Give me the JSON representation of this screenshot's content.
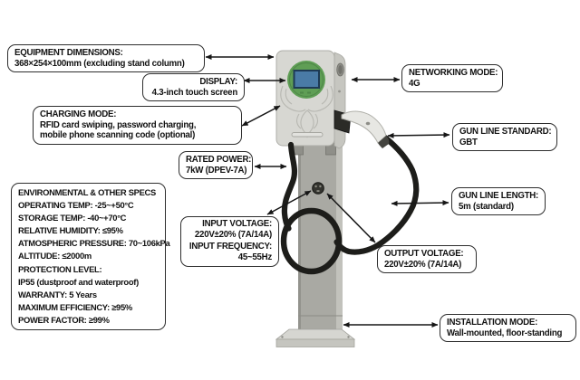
{
  "callouts": {
    "dimensions": {
      "title": "EQUIPMENT DIMENSIONS:",
      "value": "368×254×100mm (excluding stand column)"
    },
    "display": {
      "title": "DISPLAY:",
      "value": "4.3-inch touch screen"
    },
    "charging_mode": {
      "title": "CHARGING MODE:",
      "line1": "RFID card swiping, password charging,",
      "line2": "mobile phone scanning code (optional)"
    },
    "rated_power": {
      "title": "RATED POWER:",
      "value": "7kW (DPEV-7A)"
    },
    "input": {
      "title1": "INPUT VOLTAGE:",
      "value1": "220V±20% (7A/14A)",
      "title2": "INPUT FREQUENCY:",
      "value2": "45~55Hz"
    },
    "networking": {
      "title": "NETWORKING MODE:",
      "value": "4G"
    },
    "gun_standard": {
      "title": "GUN LINE STANDARD:",
      "value": "GBT"
    },
    "gun_length": {
      "title": "GUN LINE LENGTH:",
      "value": "5m (standard)"
    },
    "output": {
      "title": "OUTPUT VOLTAGE:",
      "value": "220V±20% (7A/14A)"
    },
    "installation": {
      "title": "INSTALLATION MODE:",
      "value": "Wall-mounted, floor-standing"
    }
  },
  "specs": {
    "title": "ENVIRONMENTAL & OTHER SPECS",
    "lines": [
      "OPERATING TEMP: -25~+50°C",
      "STORAGE TEMP: -40~+70°C",
      "RELATIVE HUMIDITY: ≤95%",
      "ATMOSPHERIC PRESSURE: 70~106kPa",
      "ALTITUDE: ≤2000m",
      "PROTECTION LEVEL:",
      "IP55 (dustproof and waterproof)",
      "WARRANTY: 5 Years",
      "MAXIMUM EFFICIENCY: ≥95%",
      "POWER FACTOR: ≥99%"
    ]
  },
  "device": {
    "body_color": "#d7d7d2",
    "side_color": "#c6c6c0",
    "ring_color": "#5f9e55",
    "screen_color": "#4a7ba6",
    "screen_border": "#1e3a55",
    "column_color": "#a9a9a3",
    "base_color": "#d6d6d1",
    "cable_color": "#1d1d1a",
    "gun_color": "#e7e7e3",
    "arrow_color": "#161616"
  }
}
